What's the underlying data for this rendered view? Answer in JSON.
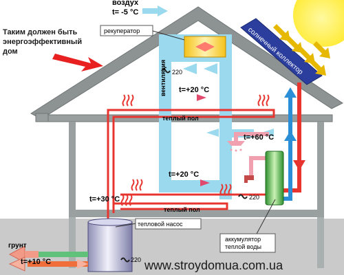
{
  "labels": {
    "air": "воздух",
    "air_temp": "t= -5 °C",
    "headline": "Таким должен быть энергоэффективный дом",
    "recuperator": "рекуператор",
    "ventilation": "вентиляция",
    "volt_220_vent": "220",
    "solar_collector": "солнечный коллектор",
    "room_upper_temp": "t=+20 °C",
    "floor_heating_upper": "теплый пол",
    "hot_water_temp": "t=+60 °C",
    "room_lower_temp": "t=+20 °C",
    "floor_heating_lower": "теплый пол",
    "supply_temp": "t=+30 °C",
    "volt_220_tank": "220",
    "heat_pump": "тепловой насос",
    "accumulator": "аккумулятор теплой воды",
    "ground": "грунт",
    "ground_temp": "t=+10 °C",
    "volt_220_pump": "220",
    "website": "www.stroydomua.com.ua"
  },
  "colors": {
    "sun": "#ffee3a",
    "roof": "#8d9393",
    "duct": "#9ad9ee",
    "hot_pipe": "#e8342f",
    "cold_pipe": "#2a8fd6",
    "solar_panel": "#2b3e9e",
    "tank": "#3fae3f",
    "ground": "#c9c9c9"
  }
}
